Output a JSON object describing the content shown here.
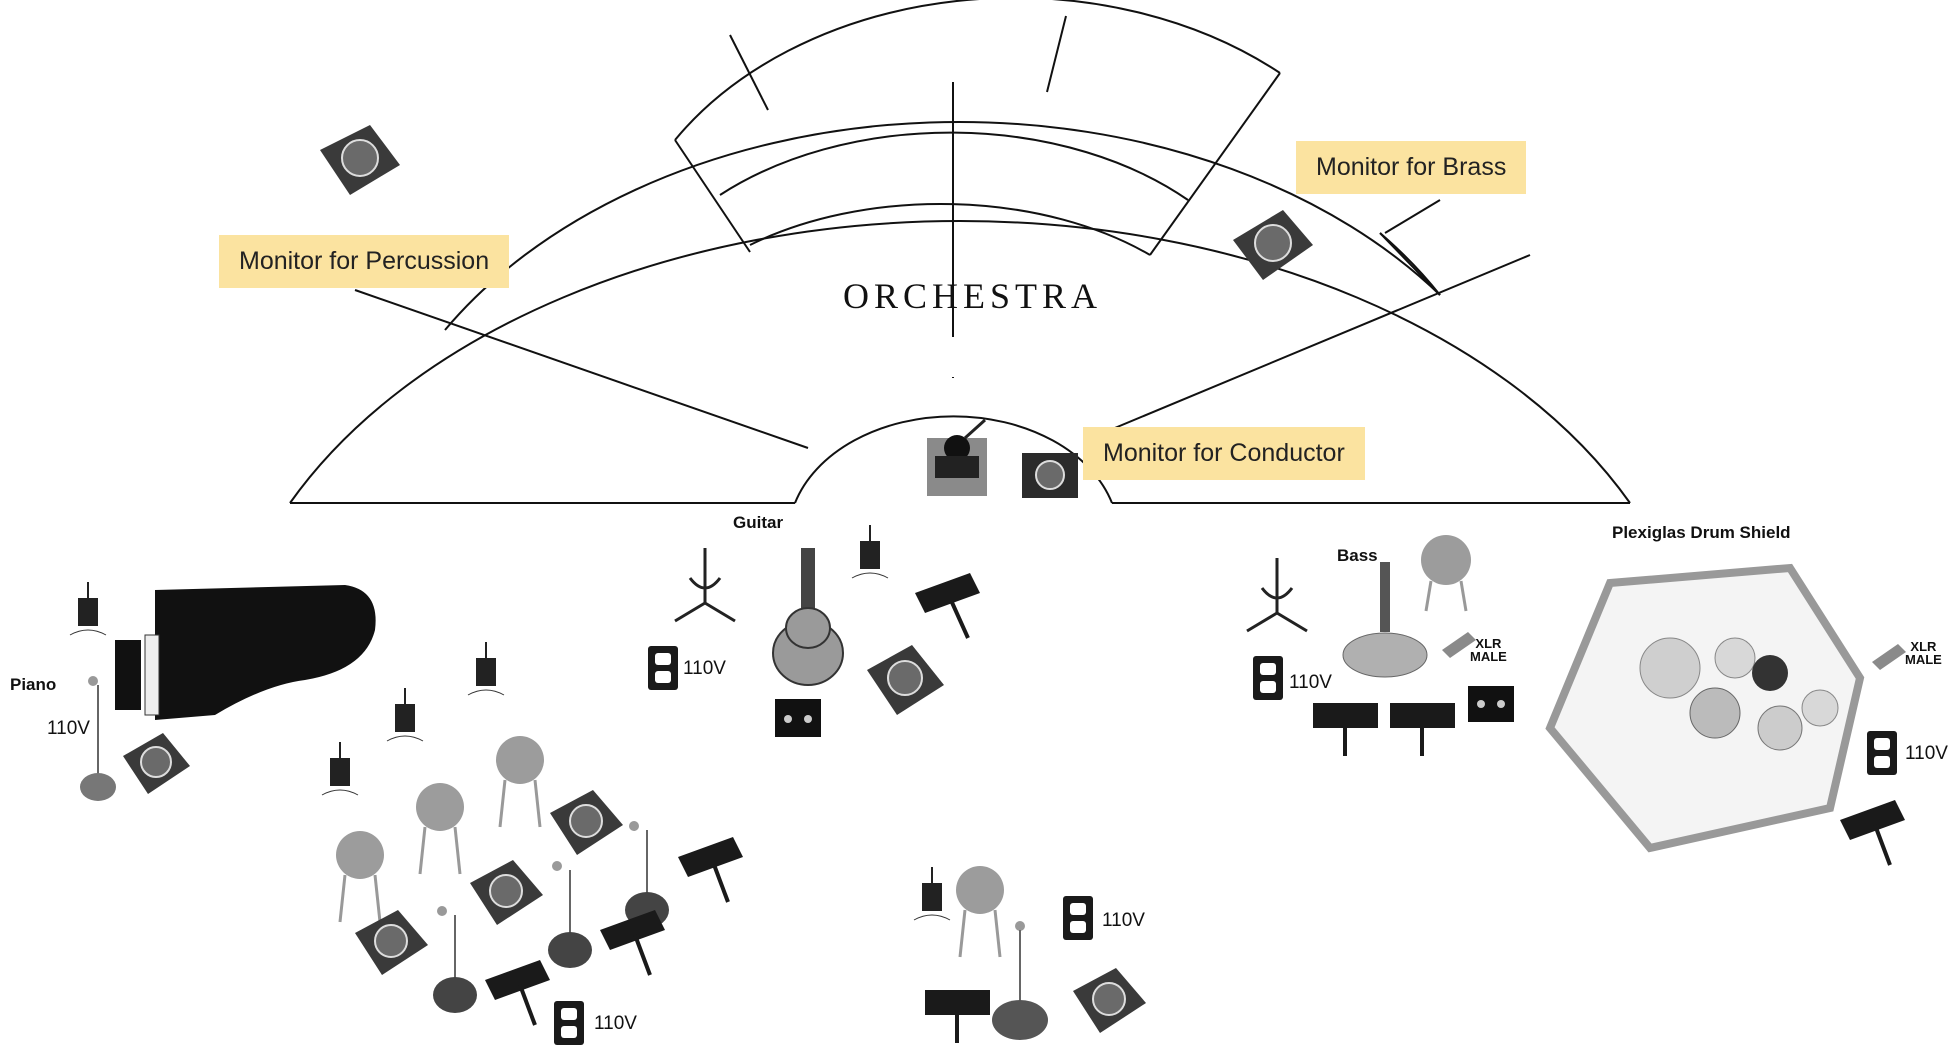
{
  "orchestra": {
    "title": "ORCHESTRA",
    "monitor_labels": {
      "percussion": "Monitor for Percussion",
      "brass": "Monitor for Brass",
      "conductor": "Monitor for Conductor"
    }
  },
  "sections": {
    "guitar": "Guitar",
    "bass": "Bass",
    "piano": "Piano",
    "drum_shield": "Plexiglas Drum Shield"
  },
  "power": {
    "label": "110V"
  },
  "connectors": {
    "xlr_line1": "XLR",
    "xlr_line2": "MALE"
  },
  "colors": {
    "label_bg": "#fbe3a0",
    "line": "#111111",
    "equipment": "#2b2b2b",
    "stool": "#9c9c9c"
  }
}
